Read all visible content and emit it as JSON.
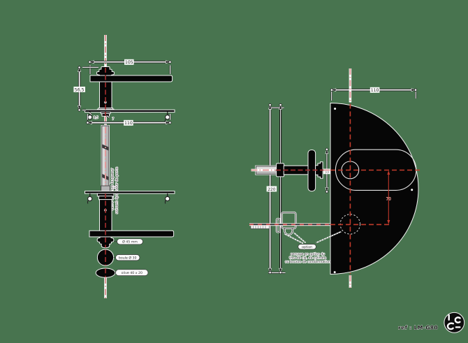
{
  "page": {
    "type": "technical-drawing",
    "subject": "door lever handle with half-moon backplate, front and side elevations",
    "background_color": "#48744f",
    "line_color": "#1c1c1c",
    "accent_red": "#c0392b",
    "centerline_salmon": "#e09a9a"
  },
  "left_view": {
    "name": "front elevation of lever handle on rose",
    "length_dim": "105",
    "width_dim": "110",
    "height_dim": "56,5",
    "plate_thickness_dim": "8,5",
    "collar_dim": "7",
    "spindle_note_line1": "carré de 7 mm longueur",
    "spindle_note_line2": "suivant épaisseur de porte",
    "part_labels": {
      "bell": "Ø 45 mm",
      "ball": "boule Ø 30",
      "olive": "olive 40 x 20"
    }
  },
  "right_view": {
    "name": "side elevation with half-moon plate",
    "plate_height_dim": "220",
    "plate_width_dim": "110",
    "lever_dim": "53",
    "axis_distance_dim": "70",
    "option_label": "option",
    "note_line1": "perçage en option du",
    "note_line2": "trou de clé, de cylindre",
    "note_line3": "ou bouton de condamnation"
  },
  "footer": {
    "reference": "ref : LM-G80",
    "logo_icon": "bc-monogram"
  }
}
